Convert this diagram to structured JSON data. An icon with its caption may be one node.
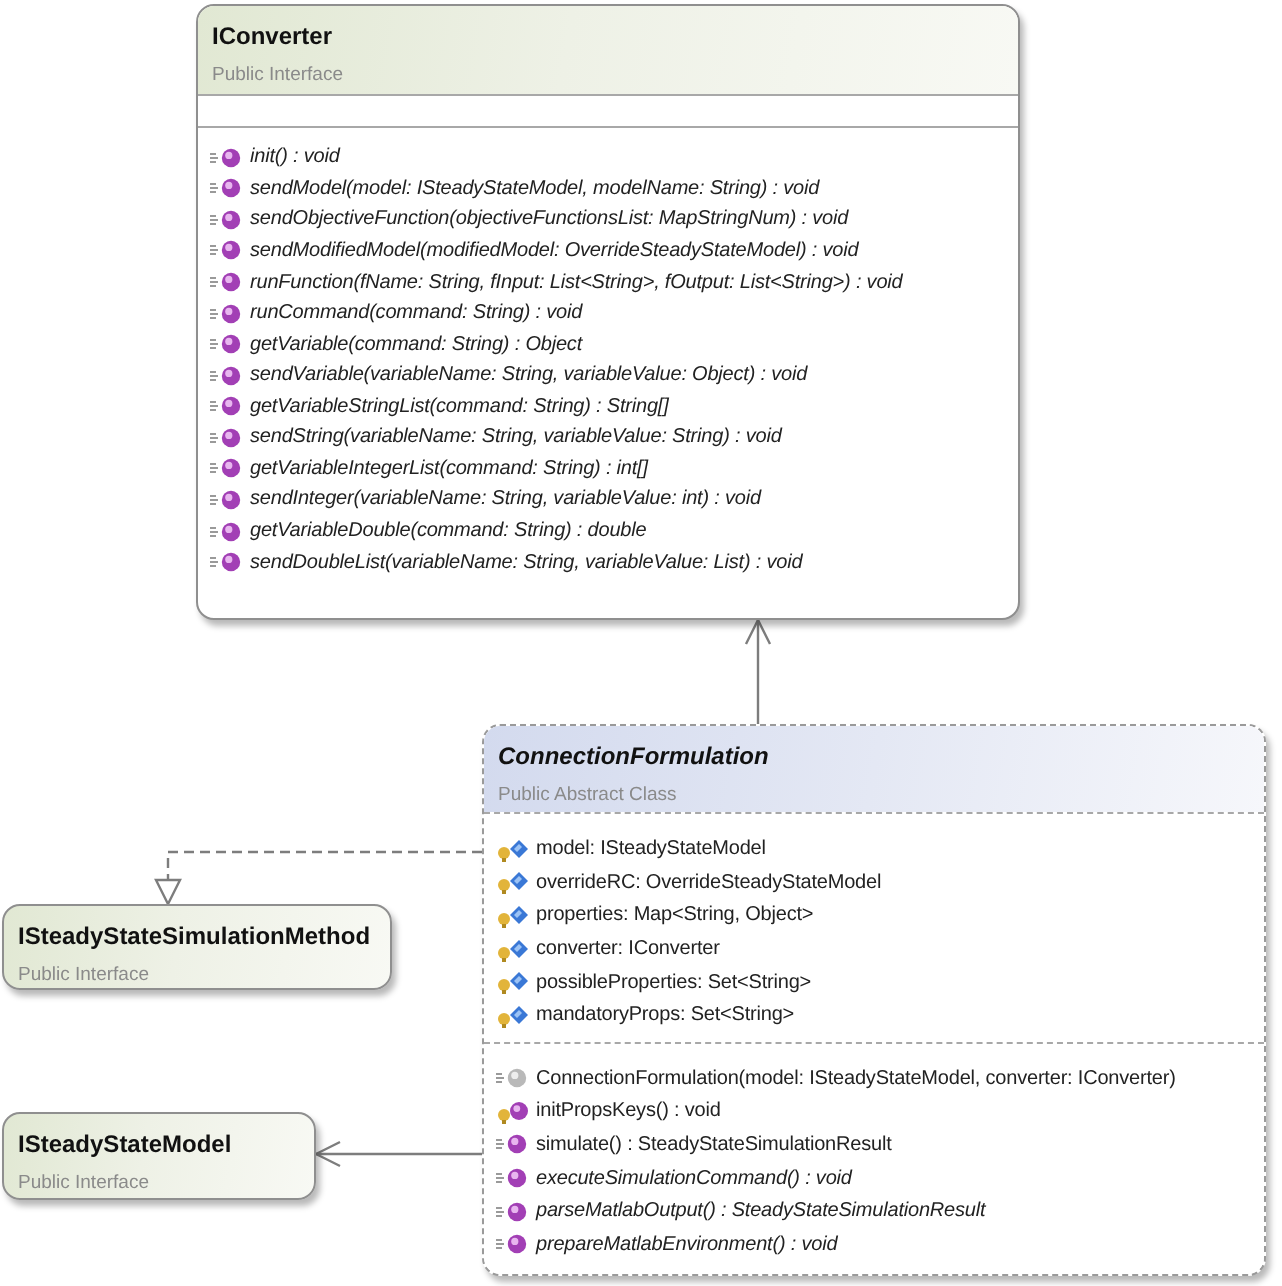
{
  "diagram": {
    "nodes": [
      {
        "text": [
          "IConverter",
          "Public Interface",
          "init() : void",
          "sendModel(model: ISteadyStateModel, modelName: String) : void",
          "sendObjectiveFunction(objectiveFunctionsList: MapStringNum) : void",
          "sendModifiedModel(modifiedModel: OverrideSteadyStateModel) : void",
          "runFunction(fName: String, fInput: List<String>, fOutput: List<String>) : void",
          "runCommand(command: String) : void",
          "getVariable(command: String) : Object",
          "sendVariable(variableName: String, variableValue: Object) : void",
          "getVariableStringList(command: String) : String[]",
          "sendString(variableName: String, variableValue: String) : void",
          "getVariableIntegerList(command: String) : int[]",
          "sendInteger(variableName: String, variableValue: int) : void",
          "getVariableDouble(command: String) : double",
          "sendDoubleList(variableName: String, variableValue: List) : void"
        ]
      },
      {
        "text": [
          "ConnectionFormulation",
          "Public Abstract Class",
          "model: ISteadyStateModel",
          "overrideRC: OverrideSteadyStateModel",
          "properties: Map<String, Object>",
          "converter: IConverter",
          "possibleProperties: Set<String>",
          "mandatoryProps: Set<String>",
          "ConnectionFormulation(model: ISteadyStateModel, converter: IConverter)",
          "initPropsKeys() : void",
          "simulate() : SteadyStateSimulationResult",
          "executeSimulationCommand() : void",
          "parseMatlabOutput() : SteadyStateSimulationResult",
          "prepareMatlabEnvironment() : void"
        ]
      },
      {
        "text": [
          "ISteadyStateSimulationMethod",
          "Public Interface"
        ]
      },
      {
        "text": [
          "ISteadyStateModel",
          "Public Interface"
        ]
      }
    ],
    "edges": [
      {
        "from": 1,
        "to": 0,
        "arrow": "to"
      },
      {
        "from": 1,
        "to": 2,
        "arrow": "to",
        "style": "dashed"
      },
      {
        "from": 1,
        "to": 3,
        "arrow": "to"
      }
    ]
  }
}
